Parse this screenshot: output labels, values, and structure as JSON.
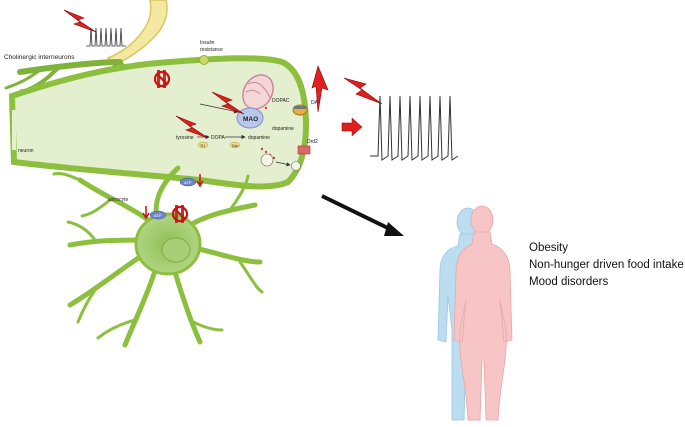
{
  "labels": {
    "cholinergic": "Cholinergic interneurons",
    "insulin": "Insulin",
    "resistance": "resistance",
    "dopac": "DOPAC",
    "mao": "MAO",
    "dopamine_top": "dopamine",
    "dat": "DAT",
    "tyrosine": "tyrosine",
    "dopa": "DOPA",
    "dopamine_mid": "dopamine",
    "th": "TH",
    "ddc": "Ddc",
    "drd2": "Drd2",
    "neuron": "neuron",
    "astrocyte": "astrocyte",
    "atp_1": "ATP",
    "atp_2": "ATP"
  },
  "outcomes": [
    "Obesity",
    "Non-hunger driven food intake",
    "Mood disorders"
  ],
  "colors": {
    "neuron_fill": "#e4efcf",
    "neuron_stroke": "#8cbf3e",
    "astrocyte": "#a9cf76",
    "bolt": "#e02020",
    "inhibit": "#cc1111",
    "body_blue": "#bcdcf0",
    "body_pink": "#f7c5c5",
    "mao": "#b9c7ea",
    "atp": "#6f86c6"
  },
  "icons": [
    "lightning-bolt-icon",
    "inhibition-sign-icon",
    "mitochondrion-icon",
    "arrow-icon",
    "spike-train-icon",
    "human-silhouette-icon"
  ]
}
